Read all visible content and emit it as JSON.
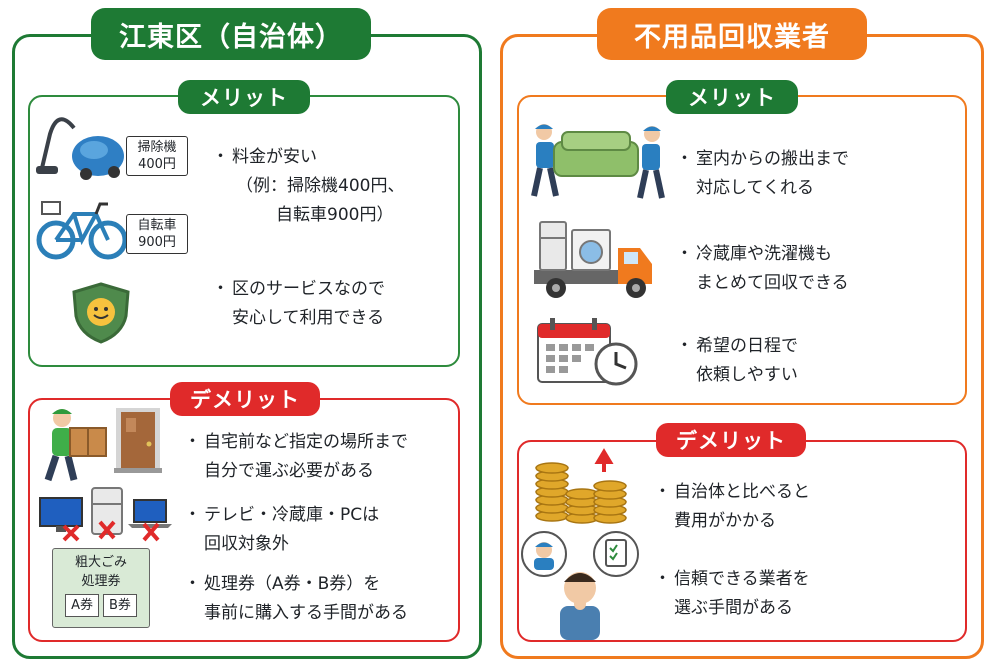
{
  "colors": {
    "green": "#1e7a34",
    "orange": "#f07a1e",
    "red": "#e02a2a",
    "merit_green_border": "#2e8b3d"
  },
  "left": {
    "title": "江東区（自治体）",
    "merit": {
      "label": "メリット",
      "tag_vacuum": [
        "掃除機",
        "400円"
      ],
      "tag_bicycle": [
        "自転車",
        "900円"
      ],
      "point1": [
        "料金が安い",
        "（例：掃除機400円、",
        "自転車900円）"
      ],
      "point2": [
        "区のサービスなので",
        "安心して利用できる"
      ],
      "icons": [
        "vacuum-icon",
        "bicycle-icon",
        "shield-smile-icon"
      ]
    },
    "demerit": {
      "label": "デメリット",
      "point1": [
        "自宅前など指定の場所まで",
        "自分で運ぶ必要がある"
      ],
      "point2": [
        "テレビ・冷蔵庫・PCは",
        "回収対象外"
      ],
      "point3": [
        "処理券（A券・B券）を",
        "事前に購入する手間がある"
      ],
      "ticket": [
        "粗大ごみ",
        "処理券",
        "A券",
        "B券"
      ],
      "icons": [
        "person-carrying-box-icon",
        "door-icon",
        "tv-crossed-icon",
        "fridge-crossed-icon",
        "laptop-crossed-icon"
      ]
    }
  },
  "right": {
    "title": "不用品回収業者",
    "merit": {
      "label": "メリット",
      "point1": [
        "室内からの搬出まで",
        "対応してくれる"
      ],
      "point2": [
        "冷蔵庫や洗濯機も",
        "まとめて回収できる"
      ],
      "point3": [
        "希望の日程で",
        "依頼しやすい"
      ],
      "icons": [
        "movers-carrying-sofa-icon",
        "truck-appliances-icon",
        "calendar-clock-icon"
      ]
    },
    "demerit": {
      "label": "デメリット",
      "point1": [
        "自治体と比べると",
        "費用がかかる"
      ],
      "point2": [
        "信頼できる業者を",
        "選ぶ手間がある"
      ],
      "icons": [
        "coin-stacks-rising-icon",
        "thinking-person-icon"
      ]
    }
  }
}
